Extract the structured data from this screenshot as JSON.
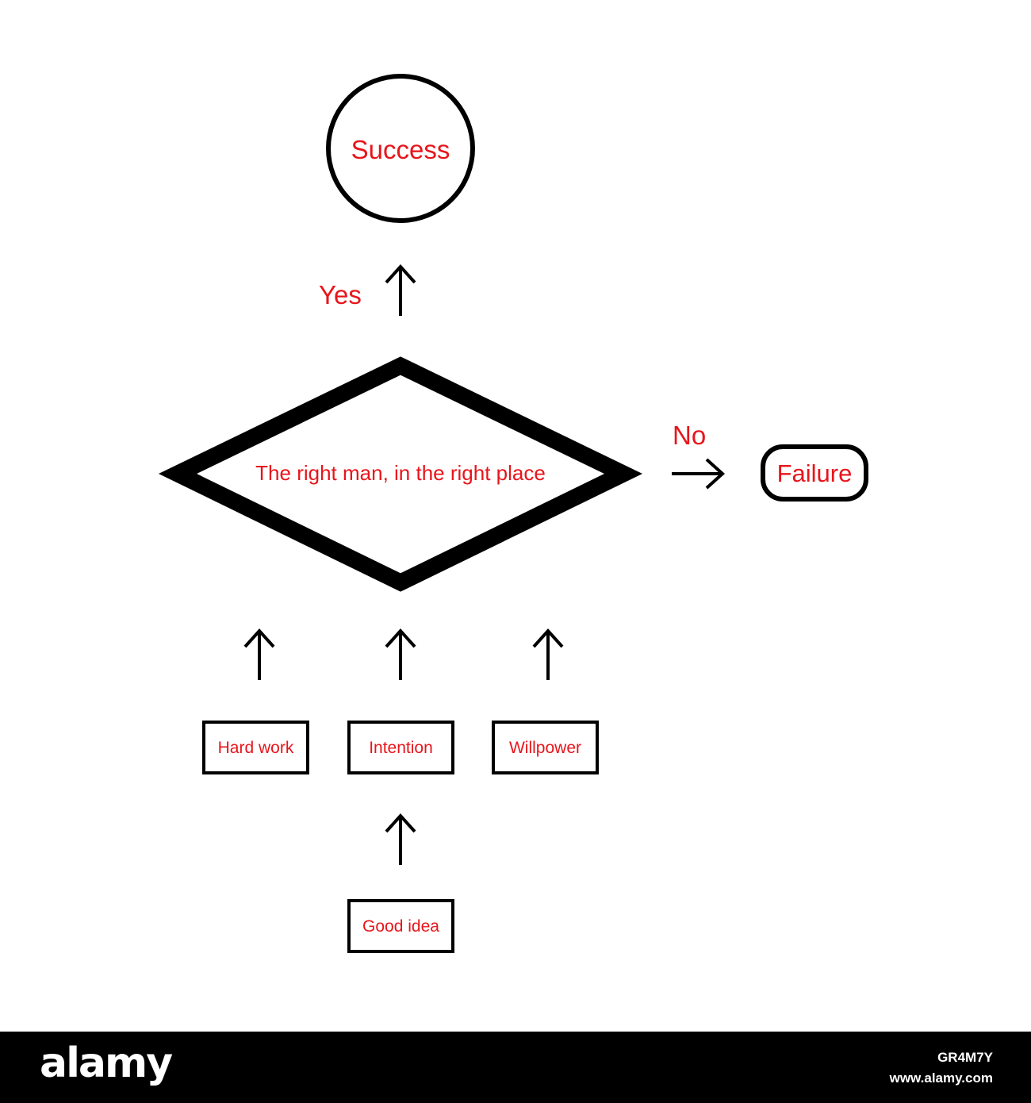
{
  "diagram": {
    "terminal": "Success",
    "decision": "The right man, in the right place",
    "yes_label": "Yes",
    "no_label": "No",
    "alternate": "Failure",
    "inputs": [
      "Hard work",
      "Intention",
      "Willpower"
    ],
    "source": "Good idea"
  },
  "colors": {
    "label": "#e8151b",
    "stroke": "#000000",
    "footer": "#000000"
  },
  "footer": {
    "logo": "alamy",
    "image_id": "GR4M7Y",
    "site": "www.alamy.com"
  }
}
